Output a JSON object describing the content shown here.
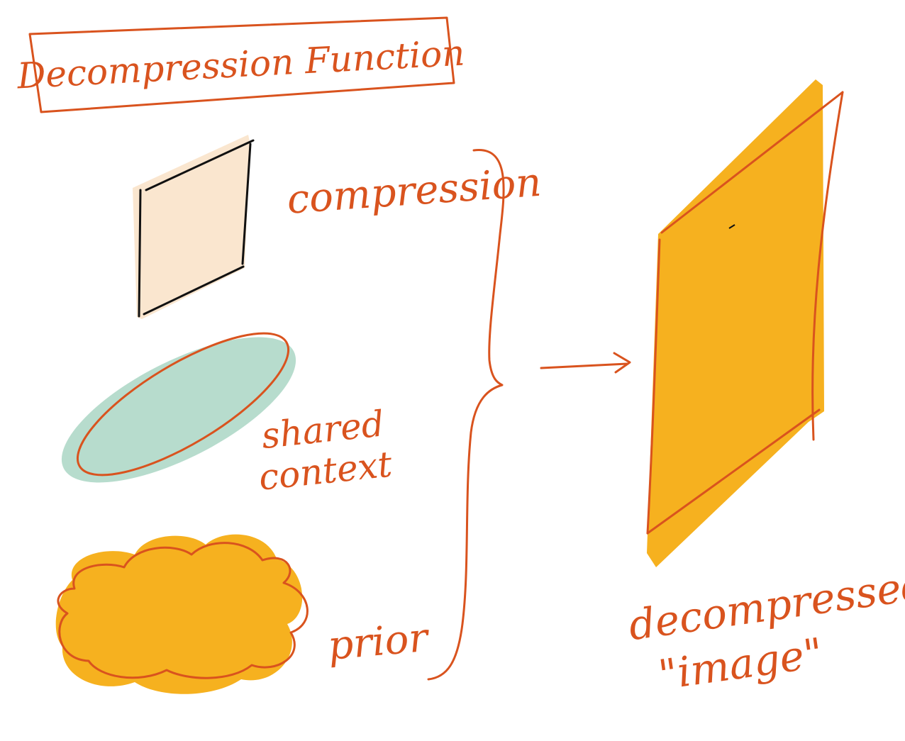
{
  "title": "Decompression Function",
  "inputs": [
    {
      "label_lines": [
        "compression"
      ],
      "shape": "parallelogram-icon"
    },
    {
      "label_lines": [
        "shared",
        "context"
      ],
      "shape": "ellipse-icon"
    },
    {
      "label_lines": [
        "prior"
      ],
      "shape": "cloud-icon"
    }
  ],
  "output": {
    "label_lines": [
      "decompressed",
      "\"image\""
    ],
    "shape": "parallelogram-icon"
  },
  "colors": {
    "ink": "#d9531e",
    "black_ink": "#111111",
    "peach": "#fae6cf",
    "mint": "#b7dccd",
    "amber": "#f6b11f",
    "amber_dark": "#f3a617"
  }
}
